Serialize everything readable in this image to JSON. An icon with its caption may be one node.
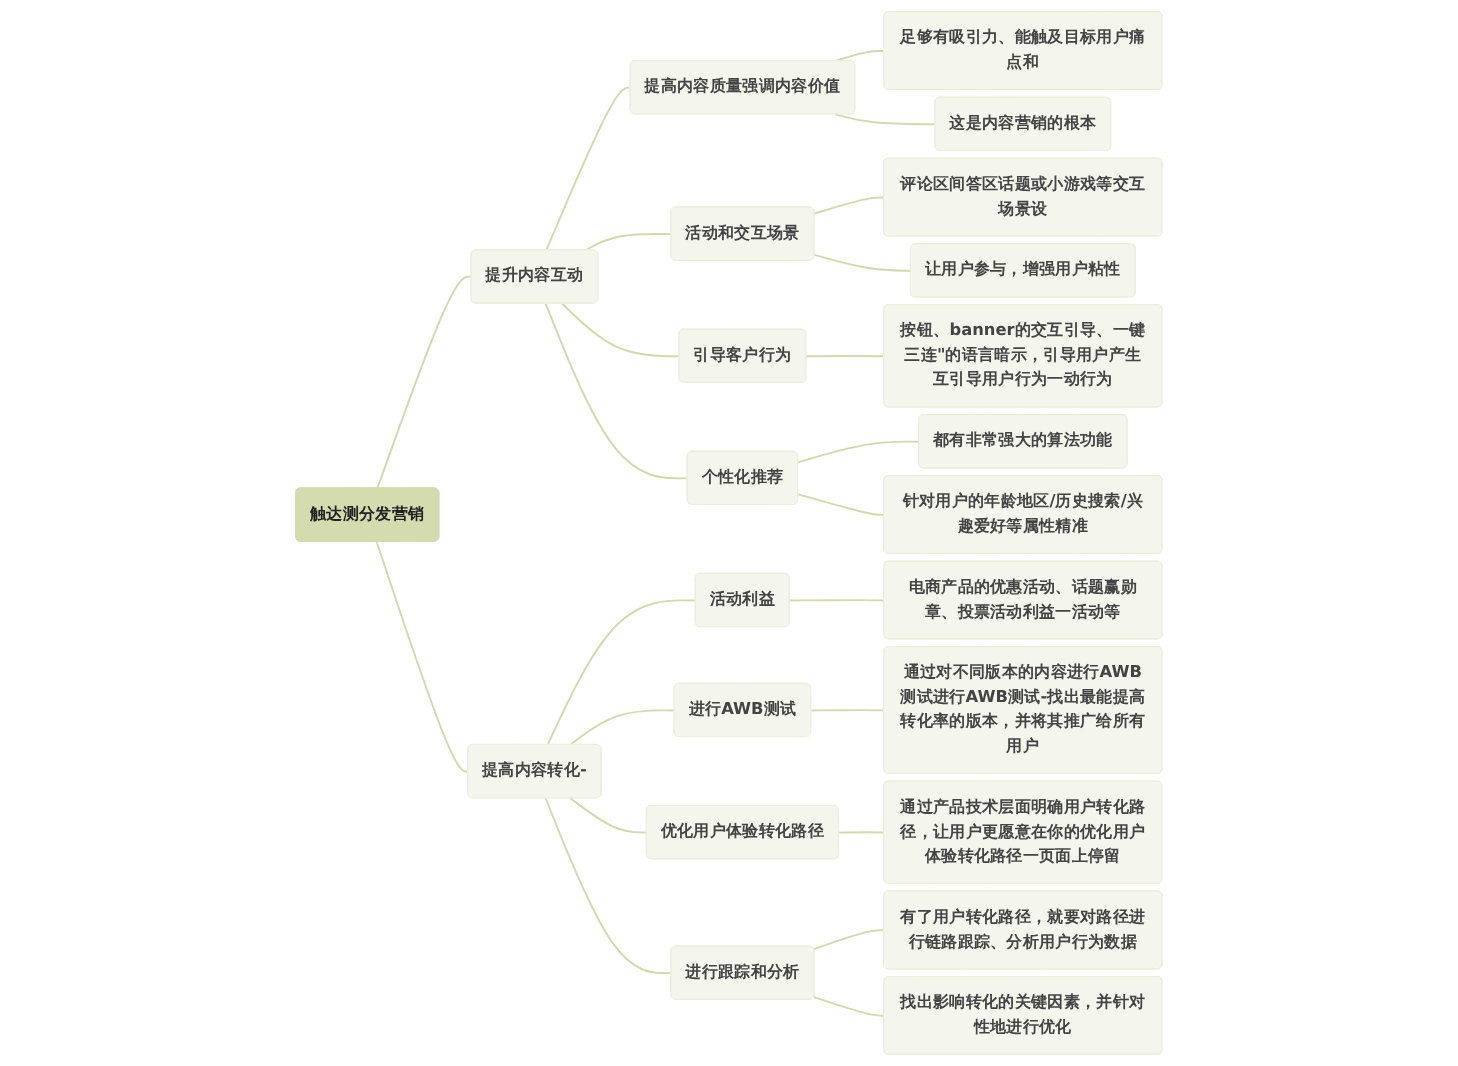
{
  "diagram": {
    "nodes": [
      {
        "text": [
          "触达测分发营销"
        ]
      },
      {
        "text": [
          "提升内容互动"
        ]
      },
      {
        "text": [
          "提高内容质量强调内容价值"
        ]
      },
      {
        "text": [
          "足够有吸引力、能触及目标用户痛点和"
        ]
      },
      {
        "text": [
          "这是内容营销的根本"
        ]
      },
      {
        "text": [
          "活动和交互场景"
        ]
      },
      {
        "text": [
          "评论区间答区话题或小游戏等交互场景设"
        ]
      },
      {
        "text": [
          "让用户参与，增强用户粘性"
        ]
      },
      {
        "text": [
          "引导客户行为"
        ]
      },
      {
        "text": [
          "按钮、banner的交互引导、一键三连\"的语言暗示，引导用户产生互引导用户行为一动行为"
        ]
      },
      {
        "text": [
          "个性化推荐"
        ]
      },
      {
        "text": [
          "都有非常强大的算法功能"
        ]
      },
      {
        "text": [
          "针对用户的年龄地区/历史搜索/兴趣爱好等属性精准"
        ]
      },
      {
        "text": [
          "提高内容转化-"
        ]
      },
      {
        "text": [
          "活动利益"
        ]
      },
      {
        "text": [
          "电商产品的优惠活动、话题赢勋章、投票活动利益一活动等"
        ]
      },
      {
        "text": [
          "进行AWB测试"
        ]
      },
      {
        "text": [
          "通过对不同版本的内容进行AWB测试进行AWB测试-找出最能提高转化率的版本，并将其推广给所有用户"
        ]
      },
      {
        "text": [
          "优化用户体验转化路径"
        ]
      },
      {
        "text": [
          "通过产品技术层面明确用户转化路径，让用户更愿意在你的优化用户体验转化路径一页面上停留"
        ]
      },
      {
        "text": [
          "进行跟踪和分析"
        ]
      },
      {
        "text": [
          "有了用户转化路径，就要对路径进行链路跟踪、分析用户行为数据"
        ]
      },
      {
        "text": [
          "找出影响转化的关键因素，并针对性地进行优化"
        ]
      }
    ],
    "edges": [
      {
        "from": 0,
        "to": 1,
        "arrow": "none"
      },
      {
        "from": 1,
        "to": 2,
        "arrow": "none"
      },
      {
        "from": 2,
        "to": 3,
        "arrow": "none"
      },
      {
        "from": 2,
        "to": 4,
        "arrow": "none"
      },
      {
        "from": 1,
        "to": 5,
        "arrow": "none"
      },
      {
        "from": 5,
        "to": 6,
        "arrow": "none"
      },
      {
        "from": 5,
        "to": 7,
        "arrow": "none"
      },
      {
        "from": 1,
        "to": 8,
        "arrow": "none"
      },
      {
        "from": 8,
        "to": 9,
        "arrow": "none"
      },
      {
        "from": 1,
        "to": 10,
        "arrow": "none"
      },
      {
        "from": 10,
        "to": 11,
        "arrow": "none"
      },
      {
        "from": 10,
        "to": 12,
        "arrow": "none"
      },
      {
        "from": 0,
        "to": 13,
        "arrow": "none"
      },
      {
        "from": 13,
        "to": 14,
        "arrow": "none"
      },
      {
        "from": 14,
        "to": 15,
        "arrow": "none"
      },
      {
        "from": 13,
        "to": 16,
        "arrow": "none"
      },
      {
        "from": 16,
        "to": 17,
        "arrow": "none"
      },
      {
        "from": 13,
        "to": 18,
        "arrow": "none"
      },
      {
        "from": 18,
        "to": 19,
        "arrow": "none"
      },
      {
        "from": 13,
        "to": 20,
        "arrow": "none"
      },
      {
        "from": 20,
        "to": 21,
        "arrow": "none"
      },
      {
        "from": 20,
        "to": 22,
        "arrow": "none"
      }
    ]
  }
}
